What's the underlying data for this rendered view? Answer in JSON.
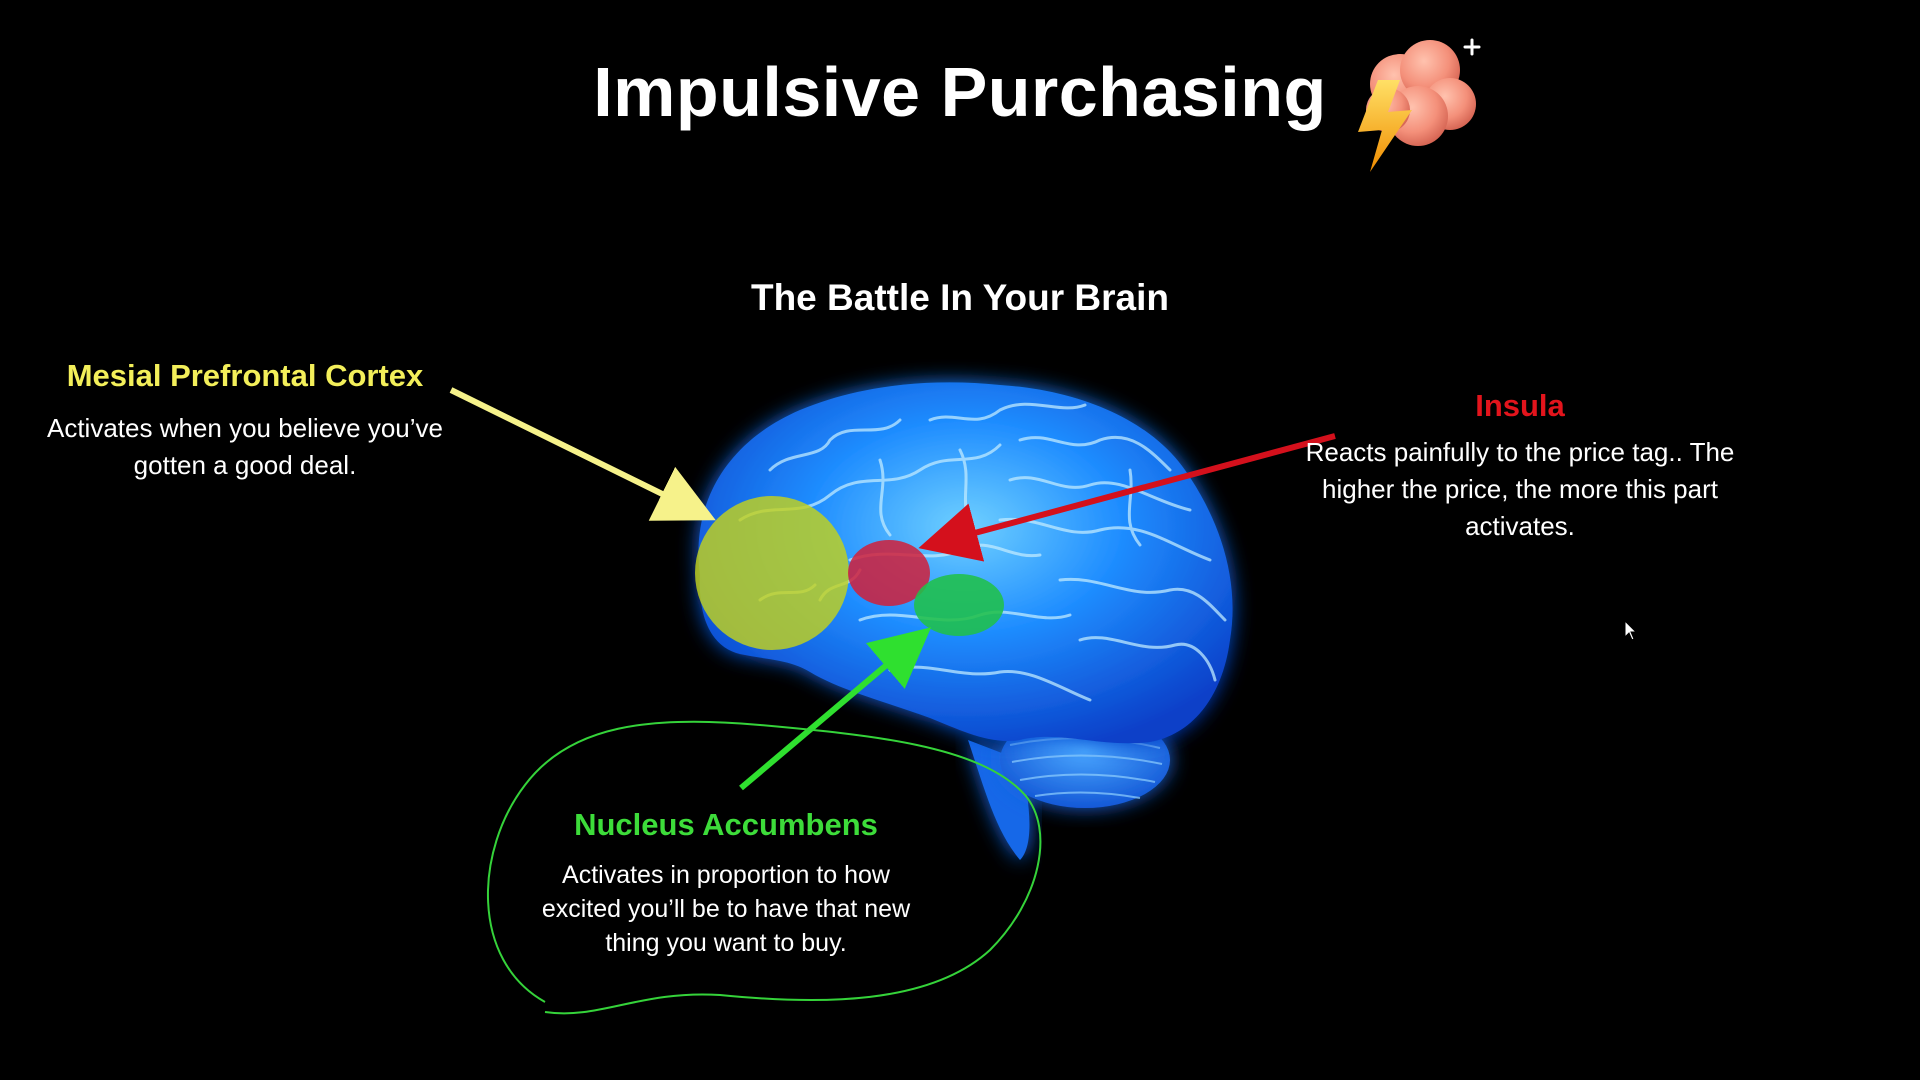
{
  "slide": {
    "title": "Impulsive Purchasing",
    "subtitle": "The Battle In Your Brain"
  },
  "regions": {
    "mpfc": {
      "name": "Mesial Prefrontal Cortex",
      "description": "Activates when you believe you’ve gotten a good deal.",
      "color": "#f3ef5a"
    },
    "insula": {
      "name": "Insula",
      "description": "Reacts painfully to the price tag.. The higher the price, the more this part activates.",
      "color": "#e3141c"
    },
    "nucleus_accumbens": {
      "name": "Nucleus Accumbens",
      "description": "Activates in proportion to how excited you’ll be to have that new thing you want to buy.",
      "color": "#3ddc3a"
    }
  },
  "icons": {
    "title_decoration": "storm-cloud-lightning-icon",
    "pointer": "mouse-cursor-icon"
  },
  "colors": {
    "background": "#000000",
    "brain": "#1e8cff"
  }
}
